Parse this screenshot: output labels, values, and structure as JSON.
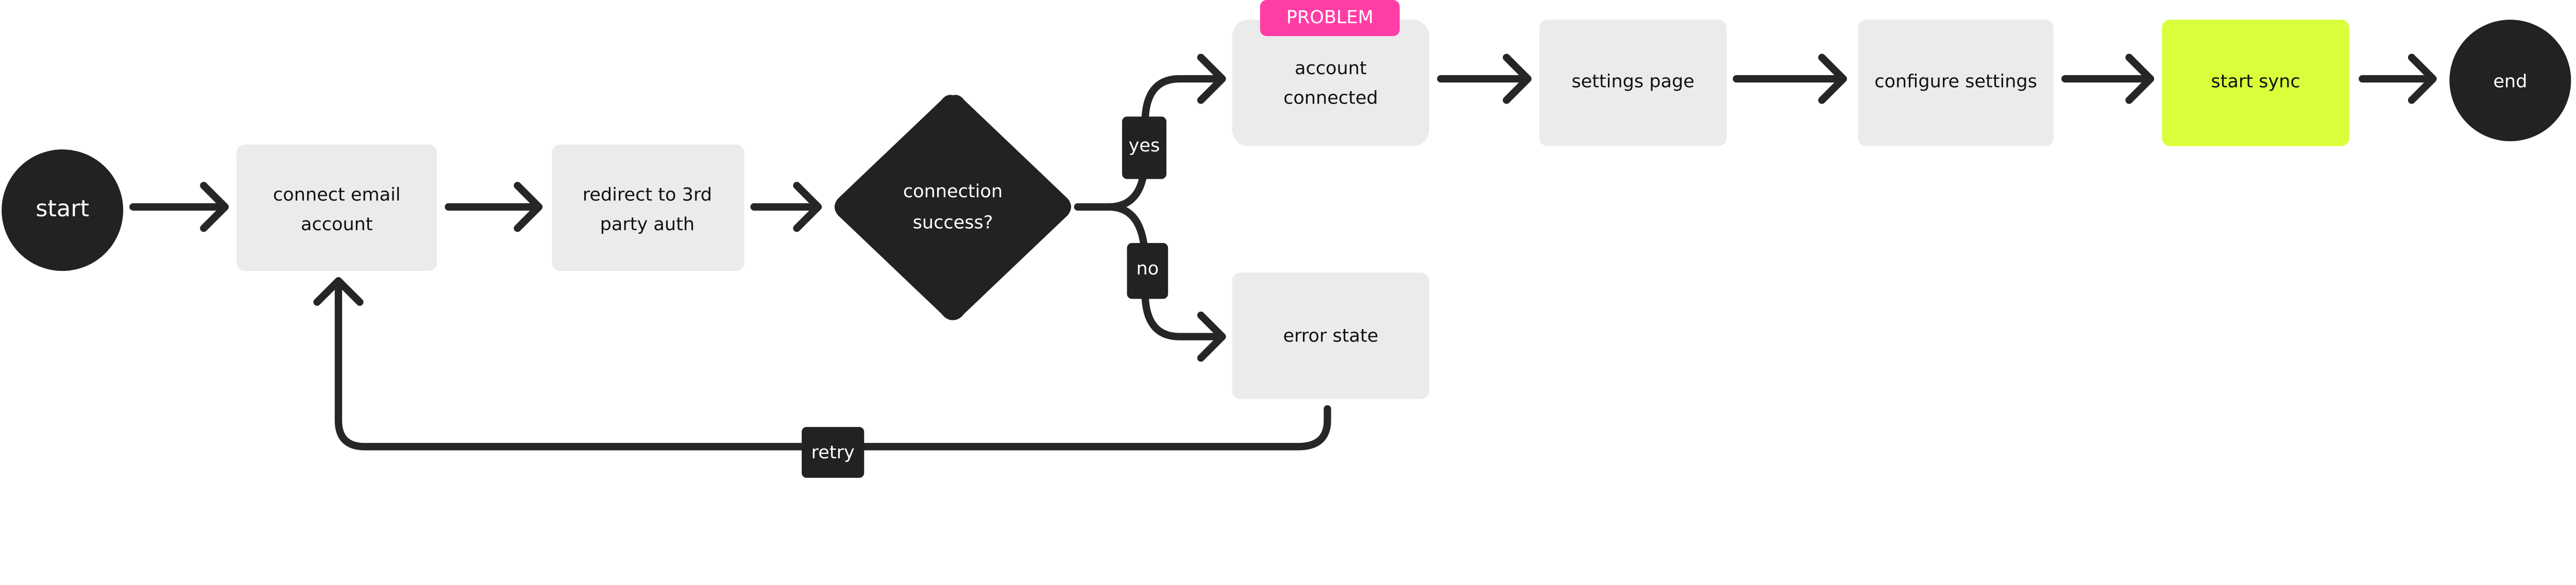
{
  "nodes": {
    "start": "start",
    "connect_email": [
      "connect email",
      "account"
    ],
    "redirect": [
      "redirect to 3rd",
      "party auth"
    ],
    "decision": [
      "connection",
      "success?"
    ],
    "account_connected": [
      "account",
      "connected"
    ],
    "problem_badge": "PROBLEM",
    "settings_page": "settings page",
    "configure_settings": "configure settings",
    "start_sync": "start sync",
    "end": "end",
    "error_state": "error state"
  },
  "edge_labels": {
    "yes": "yes",
    "no": "no",
    "retry": "retry"
  },
  "colors": {
    "node_fill": "#ebebeb",
    "dark": "#222222",
    "problem": "#ff3ea5",
    "highlight": "#d9ff3b"
  }
}
